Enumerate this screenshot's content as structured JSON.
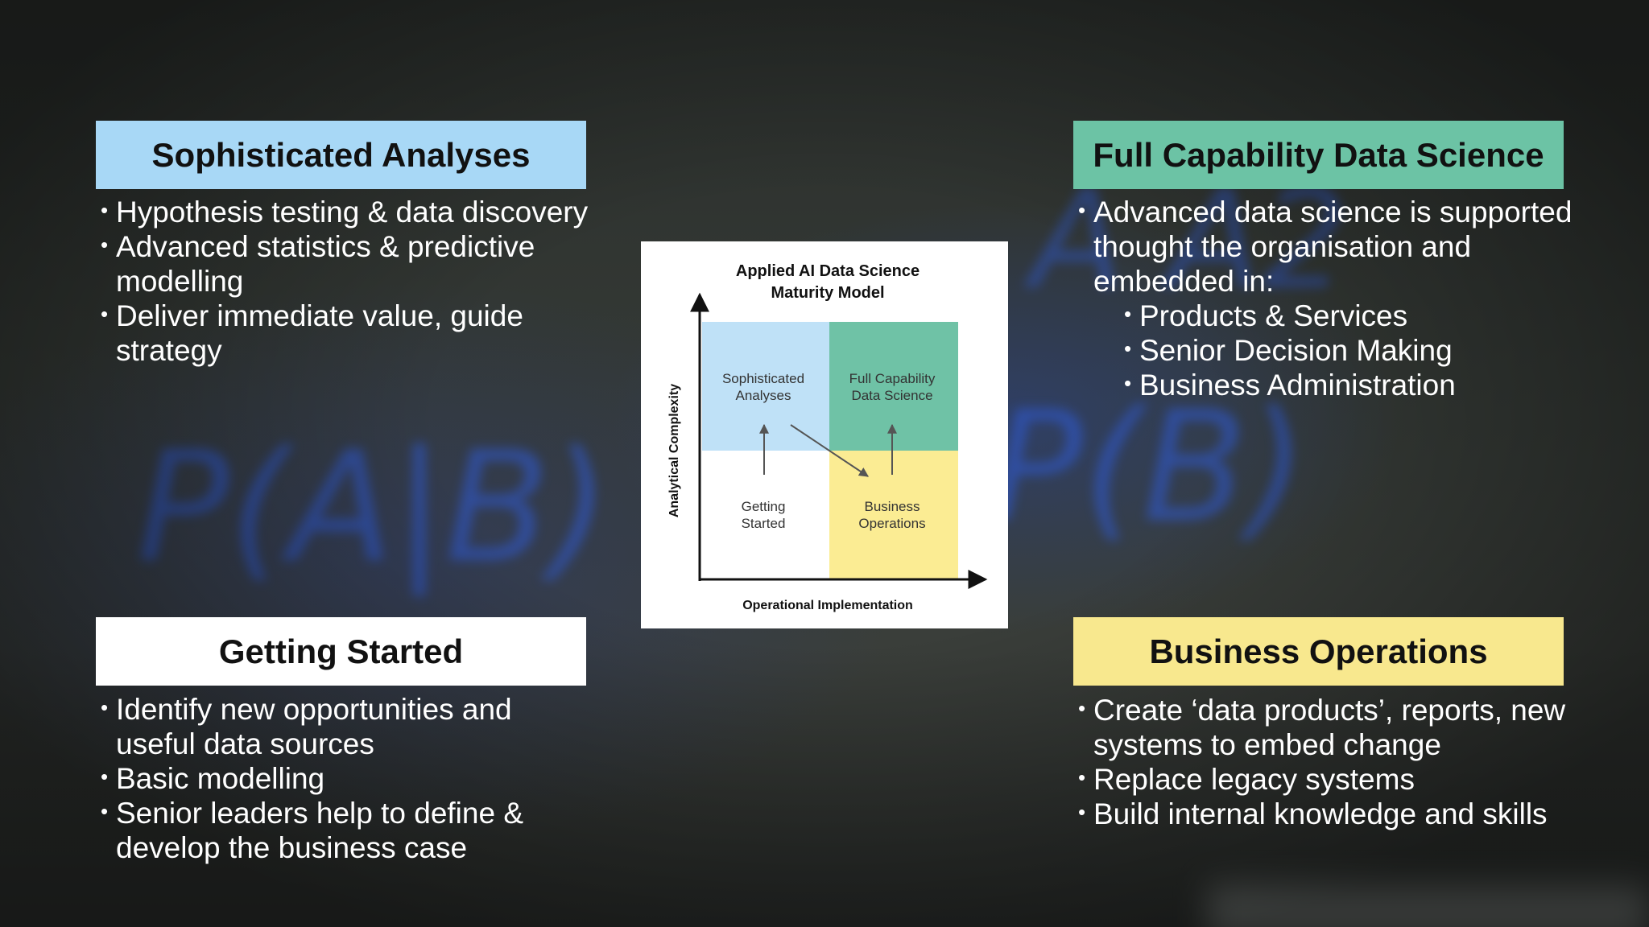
{
  "quadrants": {
    "top_left": {
      "title": "Sophisticated Analyses",
      "bullets": [
        "Hypothesis testing & data discovery",
        "Advanced statistics & predictive modelling",
        "Deliver immediate value, guide strategy"
      ]
    },
    "top_right": {
      "title": "Full Capability Data Science",
      "bullets": [
        "Advanced data science is supported thought the organisation and embedded in:"
      ],
      "sub_bullets": [
        "Products & Services",
        "Senior Decision Making",
        "Business Administration"
      ]
    },
    "bottom_left": {
      "title": "Getting Started",
      "bullets": [
        "Identify new opportunities and useful data sources",
        "Basic modelling",
        "Senior leaders help to define & develop the business case"
      ]
    },
    "bottom_right": {
      "title": "Business Operations",
      "bullets": [
        "Create ‘data products’, reports, new systems to embed change",
        "Replace legacy systems",
        "Build internal knowledge and skills"
      ]
    }
  },
  "diagram": {
    "title_line1": "Applied AI Data Science",
    "title_line2": "Maturity Model",
    "y_axis_label": "Analytical Complexity",
    "x_axis_label": "Operational Implementation",
    "cells": {
      "top_left": {
        "line1": "Sophisticated",
        "line2": "Analyses",
        "color": "#bfe1f7"
      },
      "top_right": {
        "line1": "Full Capability",
        "line2": "Data Science",
        "color": "#6fc2a6"
      },
      "bottom_left": {
        "line1": "Getting",
        "line2": "Started",
        "color": "#ffffff"
      },
      "bottom_right": {
        "line1": "Business",
        "line2": "Operations",
        "color": "#fbec93"
      }
    }
  },
  "colors": {
    "sophisticated": "#a8d8f6",
    "full_capability": "#6cc3a5",
    "getting_started": "#ffffff",
    "business_operations": "#f8e88e"
  },
  "background_text": "P(A|B) = P(A) P(B)"
}
